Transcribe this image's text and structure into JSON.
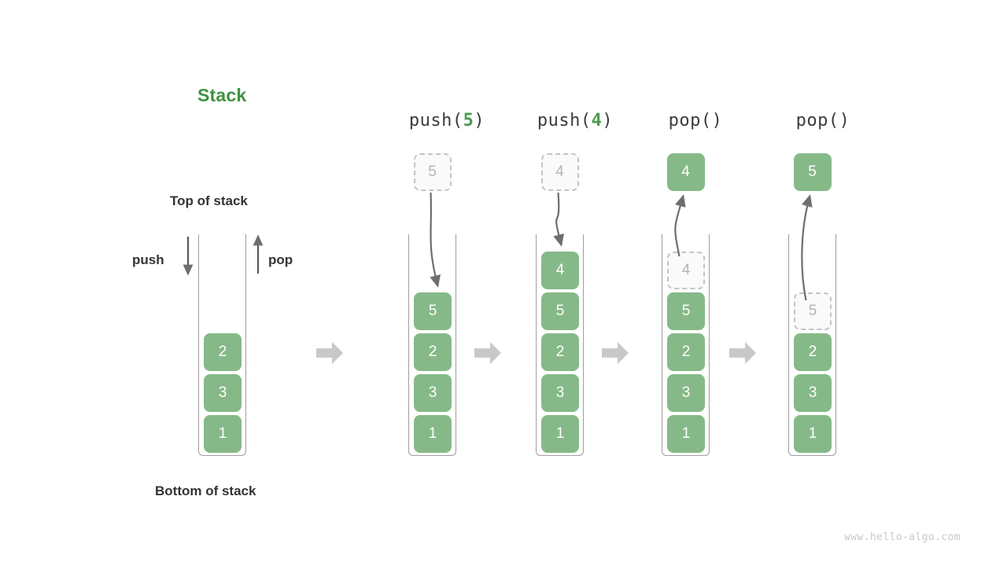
{
  "diagram": {
    "title": "Stack",
    "top_label": "Top of stack",
    "bottom_label": "Bottom of stack",
    "push_label": "push",
    "pop_label": "pop",
    "watermark": "www.hello-algo.com",
    "transition_arrow": "right-arrow-icon"
  },
  "colors": {
    "cell_fill": "#86b988",
    "cell_text": "#ffffff",
    "ghost_fill": "#fafafa",
    "ghost_border": "#c4c4c4",
    "ghost_text": "#b4b4b4",
    "title_green": "#3f9142",
    "arg_green": "#4a9a4d",
    "label_dark": "#333333",
    "container_border": "#9e9e9e",
    "transition_arrow": "#c8c8c8",
    "curve_arrow": "#6e6e6e",
    "watermark": "#c8c8c8"
  },
  "initial_stack": {
    "cells": [
      "2",
      "3",
      "1"
    ]
  },
  "steps": [
    {
      "op_prefix": "push(",
      "op_arg": "5",
      "op_suffix": ")",
      "op_full": "push(5)",
      "kind": "push",
      "external_cell": {
        "value": "5",
        "style": "ghost"
      },
      "cells": [
        "5",
        "2",
        "3",
        "1"
      ],
      "cell_styles": [
        "filled",
        "filled",
        "filled",
        "filled"
      ]
    },
    {
      "op_prefix": "push(",
      "op_arg": "4",
      "op_suffix": ")",
      "op_full": "push(4)",
      "kind": "push",
      "external_cell": {
        "value": "4",
        "style": "ghost"
      },
      "cells": [
        "4",
        "5",
        "2",
        "3",
        "1"
      ],
      "cell_styles": [
        "filled",
        "filled",
        "filled",
        "filled",
        "filled"
      ]
    },
    {
      "op_prefix": "pop(",
      "op_arg": "",
      "op_suffix": ")",
      "op_full": "pop()",
      "kind": "pop",
      "external_cell": {
        "value": "4",
        "style": "filled"
      },
      "cells": [
        "4",
        "5",
        "2",
        "3",
        "1"
      ],
      "cell_styles": [
        "ghost",
        "filled",
        "filled",
        "filled",
        "filled"
      ]
    },
    {
      "op_prefix": "pop(",
      "op_arg": "",
      "op_suffix": ")",
      "op_full": "pop()",
      "kind": "pop",
      "external_cell": {
        "value": "5",
        "style": "filled"
      },
      "cells": [
        "5",
        "2",
        "3",
        "1"
      ],
      "cell_styles": [
        "ghost",
        "filled",
        "filled",
        "filled"
      ]
    }
  ]
}
